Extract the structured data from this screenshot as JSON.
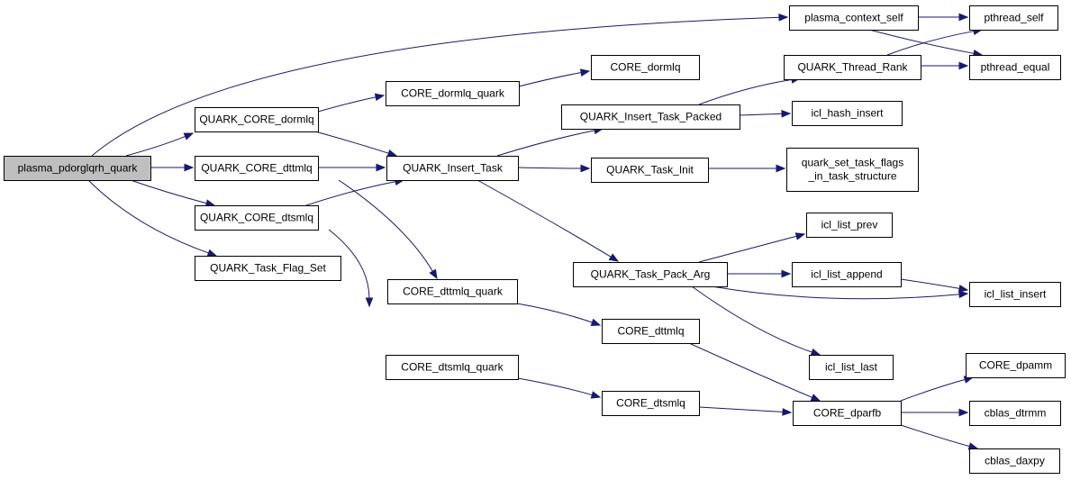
{
  "diagram": {
    "colors": {
      "edge": "#191970",
      "root_fill": "#bfbfbf",
      "node_fill": "#ffffff",
      "node_border": "#000000"
    },
    "nodes": [
      {
        "id": "plasma_pdorglqrh_quark",
        "lines": [
          "plasma_pdorglqrh_quark"
        ],
        "root": true
      },
      {
        "id": "QUARK_CORE_dormlq",
        "lines": [
          "QUARK_CORE_dormlq"
        ]
      },
      {
        "id": "QUARK_CORE_dttmlq",
        "lines": [
          "QUARK_CORE_dttmlq"
        ]
      },
      {
        "id": "QUARK_CORE_dtsmlq",
        "lines": [
          "QUARK_CORE_dtsmlq"
        ]
      },
      {
        "id": "QUARK_Task_Flag_Set",
        "lines": [
          "QUARK_Task_Flag_Set"
        ]
      },
      {
        "id": "plasma_context_self",
        "lines": [
          "plasma_context_self"
        ]
      },
      {
        "id": "pthread_self",
        "lines": [
          "pthread_self"
        ]
      },
      {
        "id": "pthread_equal",
        "lines": [
          "pthread_equal"
        ]
      },
      {
        "id": "CORE_dormlq_quark",
        "lines": [
          "CORE_dormlq_quark"
        ]
      },
      {
        "id": "CORE_dormlq",
        "lines": [
          "CORE_dormlq"
        ]
      },
      {
        "id": "QUARK_Insert_Task",
        "lines": [
          "QUARK_Insert_Task"
        ]
      },
      {
        "id": "QUARK_Insert_Task_Packed",
        "lines": [
          "QUARK_Insert_Task_Packed"
        ]
      },
      {
        "id": "QUARK_Thread_Rank",
        "lines": [
          "QUARK_Thread_Rank"
        ]
      },
      {
        "id": "icl_hash_insert",
        "lines": [
          "icl_hash_insert"
        ]
      },
      {
        "id": "QUARK_Task_Init",
        "lines": [
          "QUARK_Task_Init"
        ]
      },
      {
        "id": "quark_set_task_flags_in_task_structure",
        "lines": [
          "quark_set_task_flags",
          "_in_task_structure"
        ]
      },
      {
        "id": "QUARK_Task_Pack_Arg",
        "lines": [
          "QUARK_Task_Pack_Arg"
        ]
      },
      {
        "id": "icl_list_prev",
        "lines": [
          "icl_list_prev"
        ]
      },
      {
        "id": "icl_list_append",
        "lines": [
          "icl_list_append"
        ]
      },
      {
        "id": "icl_list_insert",
        "lines": [
          "icl_list_insert"
        ]
      },
      {
        "id": "icl_list_last",
        "lines": [
          "icl_list_last"
        ]
      },
      {
        "id": "CORE_dttmlq_quark",
        "lines": [
          "CORE_dttmlq_quark"
        ]
      },
      {
        "id": "CORE_dttmlq",
        "lines": [
          "CORE_dttmlq"
        ]
      },
      {
        "id": "CORE_dtsmlq_quark",
        "lines": [
          "CORE_dtsmlq_quark"
        ]
      },
      {
        "id": "CORE_dtsmlq",
        "lines": [
          "CORE_dtsmlq"
        ]
      },
      {
        "id": "CORE_dparfb",
        "lines": [
          "CORE_dparfb"
        ]
      },
      {
        "id": "CORE_dpamm",
        "lines": [
          "CORE_dpamm"
        ]
      },
      {
        "id": "cblas_dtrmm",
        "lines": [
          "cblas_dtrmm"
        ]
      },
      {
        "id": "cblas_daxpy",
        "lines": [
          "cblas_daxpy"
        ]
      }
    ],
    "edges": [
      {
        "from": "plasma_pdorglqrh_quark",
        "to": "plasma_context_self"
      },
      {
        "from": "plasma_pdorglqrh_quark",
        "to": "QUARK_CORE_dormlq"
      },
      {
        "from": "plasma_pdorglqrh_quark",
        "to": "QUARK_CORE_dttmlq"
      },
      {
        "from": "plasma_pdorglqrh_quark",
        "to": "QUARK_CORE_dtsmlq"
      },
      {
        "from": "plasma_pdorglqrh_quark",
        "to": "QUARK_Task_Flag_Set"
      },
      {
        "from": "plasma_context_self",
        "to": "pthread_self"
      },
      {
        "from": "plasma_context_self",
        "to": "pthread_equal"
      },
      {
        "from": "QUARK_CORE_dormlq",
        "to": "CORE_dormlq_quark"
      },
      {
        "from": "QUARK_CORE_dormlq",
        "to": "QUARK_Insert_Task"
      },
      {
        "from": "CORE_dormlq_quark",
        "to": "CORE_dormlq"
      },
      {
        "from": "QUARK_CORE_dttmlq",
        "to": "QUARK_Insert_Task"
      },
      {
        "from": "QUARK_CORE_dttmlq",
        "to": "CORE_dttmlq_quark"
      },
      {
        "from": "QUARK_CORE_dtsmlq",
        "to": "QUARK_Insert_Task"
      },
      {
        "from": "QUARK_CORE_dtsmlq",
        "to": "CORE_dtsmlq_quark"
      },
      {
        "from": "QUARK_Insert_Task",
        "to": "QUARK_Insert_Task_Packed"
      },
      {
        "from": "QUARK_Insert_Task",
        "to": "QUARK_Task_Init"
      },
      {
        "from": "QUARK_Insert_Task",
        "to": "QUARK_Task_Pack_Arg"
      },
      {
        "from": "QUARK_Insert_Task_Packed",
        "to": "QUARK_Thread_Rank"
      },
      {
        "from": "QUARK_Insert_Task_Packed",
        "to": "icl_hash_insert"
      },
      {
        "from": "QUARK_Thread_Rank",
        "to": "pthread_self"
      },
      {
        "from": "QUARK_Thread_Rank",
        "to": "pthread_equal"
      },
      {
        "from": "QUARK_Task_Init",
        "to": "quark_set_task_flags_in_task_structure"
      },
      {
        "from": "QUARK_Task_Pack_Arg",
        "to": "icl_list_prev"
      },
      {
        "from": "QUARK_Task_Pack_Arg",
        "to": "icl_list_append"
      },
      {
        "from": "QUARK_Task_Pack_Arg",
        "to": "icl_list_insert"
      },
      {
        "from": "QUARK_Task_Pack_Arg",
        "to": "icl_list_last"
      },
      {
        "from": "icl_list_append",
        "to": "icl_list_insert"
      },
      {
        "from": "CORE_dttmlq_quark",
        "to": "CORE_dttmlq"
      },
      {
        "from": "CORE_dttmlq",
        "to": "CORE_dparfb"
      },
      {
        "from": "CORE_dtsmlq_quark",
        "to": "CORE_dtsmlq"
      },
      {
        "from": "CORE_dtsmlq",
        "to": "CORE_dparfb"
      },
      {
        "from": "CORE_dparfb",
        "to": "CORE_dpamm"
      },
      {
        "from": "CORE_dparfb",
        "to": "cblas_dtrmm"
      },
      {
        "from": "CORE_dparfb",
        "to": "cblas_daxpy"
      }
    ]
  }
}
